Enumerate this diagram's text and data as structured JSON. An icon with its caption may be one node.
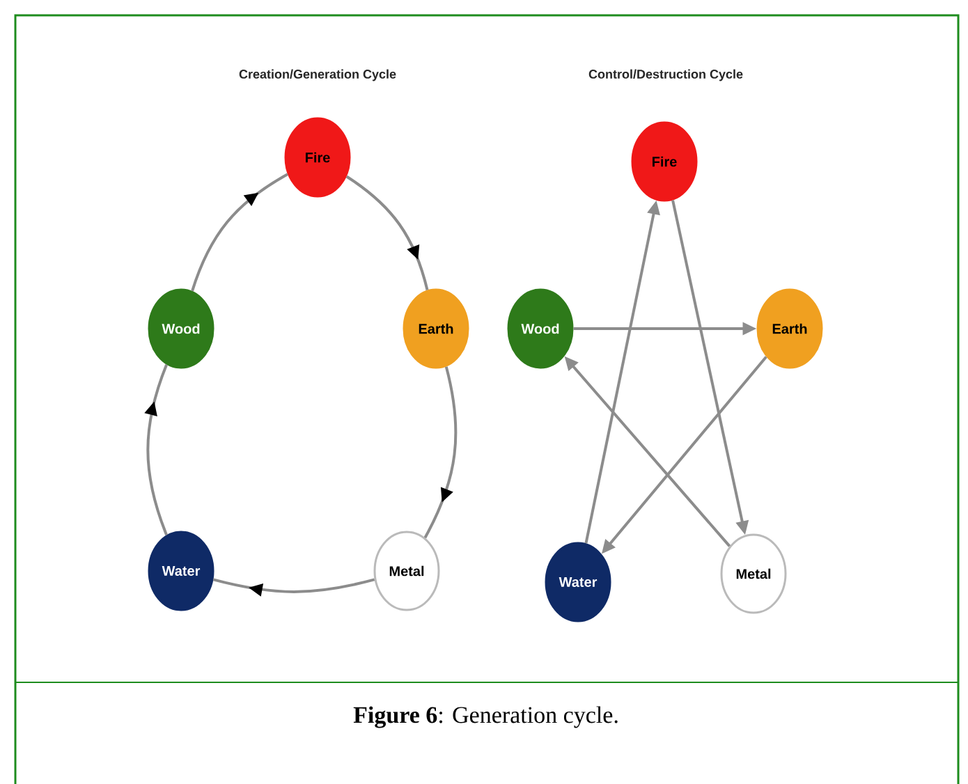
{
  "diagram": {
    "caption": "**Figure 6**: Generation cycle.",
    "nodes": [
      {
        "text": [
          "Fire"
        ]
      },
      {
        "text": [
          "Earth"
        ]
      },
      {
        "text": [
          "Metal"
        ]
      },
      {
        "text": [
          "Water"
        ]
      },
      {
        "text": [
          "Wood"
        ]
      },
      {
        "text": [
          "Fire"
        ]
      },
      {
        "text": [
          "Earth"
        ]
      },
      {
        "text": [
          "Metal"
        ]
      },
      {
        "text": [
          "Water"
        ]
      },
      {
        "text": [
          "Wood"
        ]
      }
    ],
    "edges": [
      {
        "from": 4,
        "to": 0,
        "arrow": "to"
      },
      {
        "from": 0,
        "to": 1,
        "arrow": "to"
      },
      {
        "from": 1,
        "to": 2,
        "arrow": "to"
      },
      {
        "from": 2,
        "to": 3,
        "arrow": "to"
      },
      {
        "from": 3,
        "to": 4,
        "arrow": "to"
      },
      {
        "from": 9,
        "to": 6,
        "arrow": "to"
      },
      {
        "from": 6,
        "to": 8,
        "arrow": "to"
      },
      {
        "from": 8,
        "to": 5,
        "arrow": "to"
      },
      {
        "from": 5,
        "to": 7,
        "arrow": "to"
      },
      {
        "from": 7,
        "to": 9,
        "arrow": "to"
      }
    ],
    "labels": [
      "Creation/Generation Cycle",
      "Control/Destruction Cycle"
    ]
  }
}
